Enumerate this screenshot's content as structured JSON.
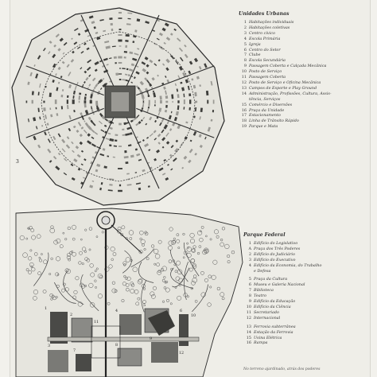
{
  "urban_legend": {
    "title": "Unidades Urbanas",
    "items": [
      {
        "n": "1",
        "label": "Habitações individuais"
      },
      {
        "n": "2",
        "label": "Habitações coletivas"
      },
      {
        "n": "3",
        "label": "Centro cívico"
      },
      {
        "n": "4",
        "label": "Escola Primária"
      },
      {
        "n": "5",
        "label": "Igreja"
      },
      {
        "n": "6",
        "label": "Centro do Setor"
      },
      {
        "n": "7",
        "label": "Clube"
      },
      {
        "n": "8",
        "label": "Escola Secundária"
      },
      {
        "n": "9",
        "label": "Passagem Coberta e Calçada Mecânica"
      },
      {
        "n": "10",
        "label": "Posto de Serviço"
      },
      {
        "n": "11",
        "label": "Passagem Coberta"
      },
      {
        "n": "12",
        "label": "Posto de Serviço e Oficina Mecânica"
      },
      {
        "n": "13",
        "label": "Campos de Esporte e Play Ground"
      },
      {
        "n": "14",
        "label": "Administração, Profissões, Cultura, Assis-",
        "cont": "tência, Serviços"
      },
      {
        "n": "15",
        "label": "Comércio e Diversões"
      },
      {
        "n": "16",
        "label": "Praça da Unidade"
      },
      {
        "n": "17",
        "label": "Estacionamento"
      },
      {
        "n": "18",
        "label": "Linha de Trânsito Rápido"
      },
      {
        "n": "19",
        "label": "Parque e Mata"
      }
    ]
  },
  "federal_legend": {
    "title": "Parque Federal",
    "items": [
      {
        "n": "1",
        "label": "Edifício do Legislativo"
      },
      {
        "n": "A",
        "label": "Praça dos Três Poderes"
      },
      {
        "n": "2",
        "label": "Edifício do Judiciário"
      },
      {
        "n": "3",
        "label": "Edifício do Executivo"
      },
      {
        "n": "4",
        "label": "Edifício da Economia, do Trabalho",
        "cont": "e Defesa"
      },
      {
        "n": "5",
        "label": "Praça da Cultura",
        "gap": true
      },
      {
        "n": "6",
        "label": "Museu e Galeria Nacional"
      },
      {
        "n": "7",
        "label": "Biblioteca"
      },
      {
        "n": "8",
        "label": "Teatro"
      },
      {
        "n": "9",
        "label": "Edifício da Educação"
      },
      {
        "n": "10",
        "label": "Edifício da Ciência"
      },
      {
        "n": "11",
        "label": "Secretariado"
      },
      {
        "n": "12",
        "label": "Internacional"
      },
      {
        "n": "13",
        "label": "Ferrovia subterrânea",
        "gap": true
      },
      {
        "n": "14",
        "label": "Estação da Ferrovia"
      },
      {
        "n": "15",
        "label": "Usina Elétrica"
      },
      {
        "n": "16",
        "label": "Rampa"
      }
    ]
  },
  "caption": "No terreno ajardinado, atrás dos poderes",
  "map_labels": {
    "urban_unit_marker": "3",
    "federal_markers": [
      "1",
      "2",
      "3",
      "4",
      "5",
      "6",
      "7",
      "8",
      "9",
      "10",
      "11",
      "12"
    ]
  },
  "colors": {
    "paper": "#efeee8",
    "ink": "#2a2a2a",
    "grey_fill": "#8a8a86",
    "dark_fill": "#4a4a47"
  }
}
